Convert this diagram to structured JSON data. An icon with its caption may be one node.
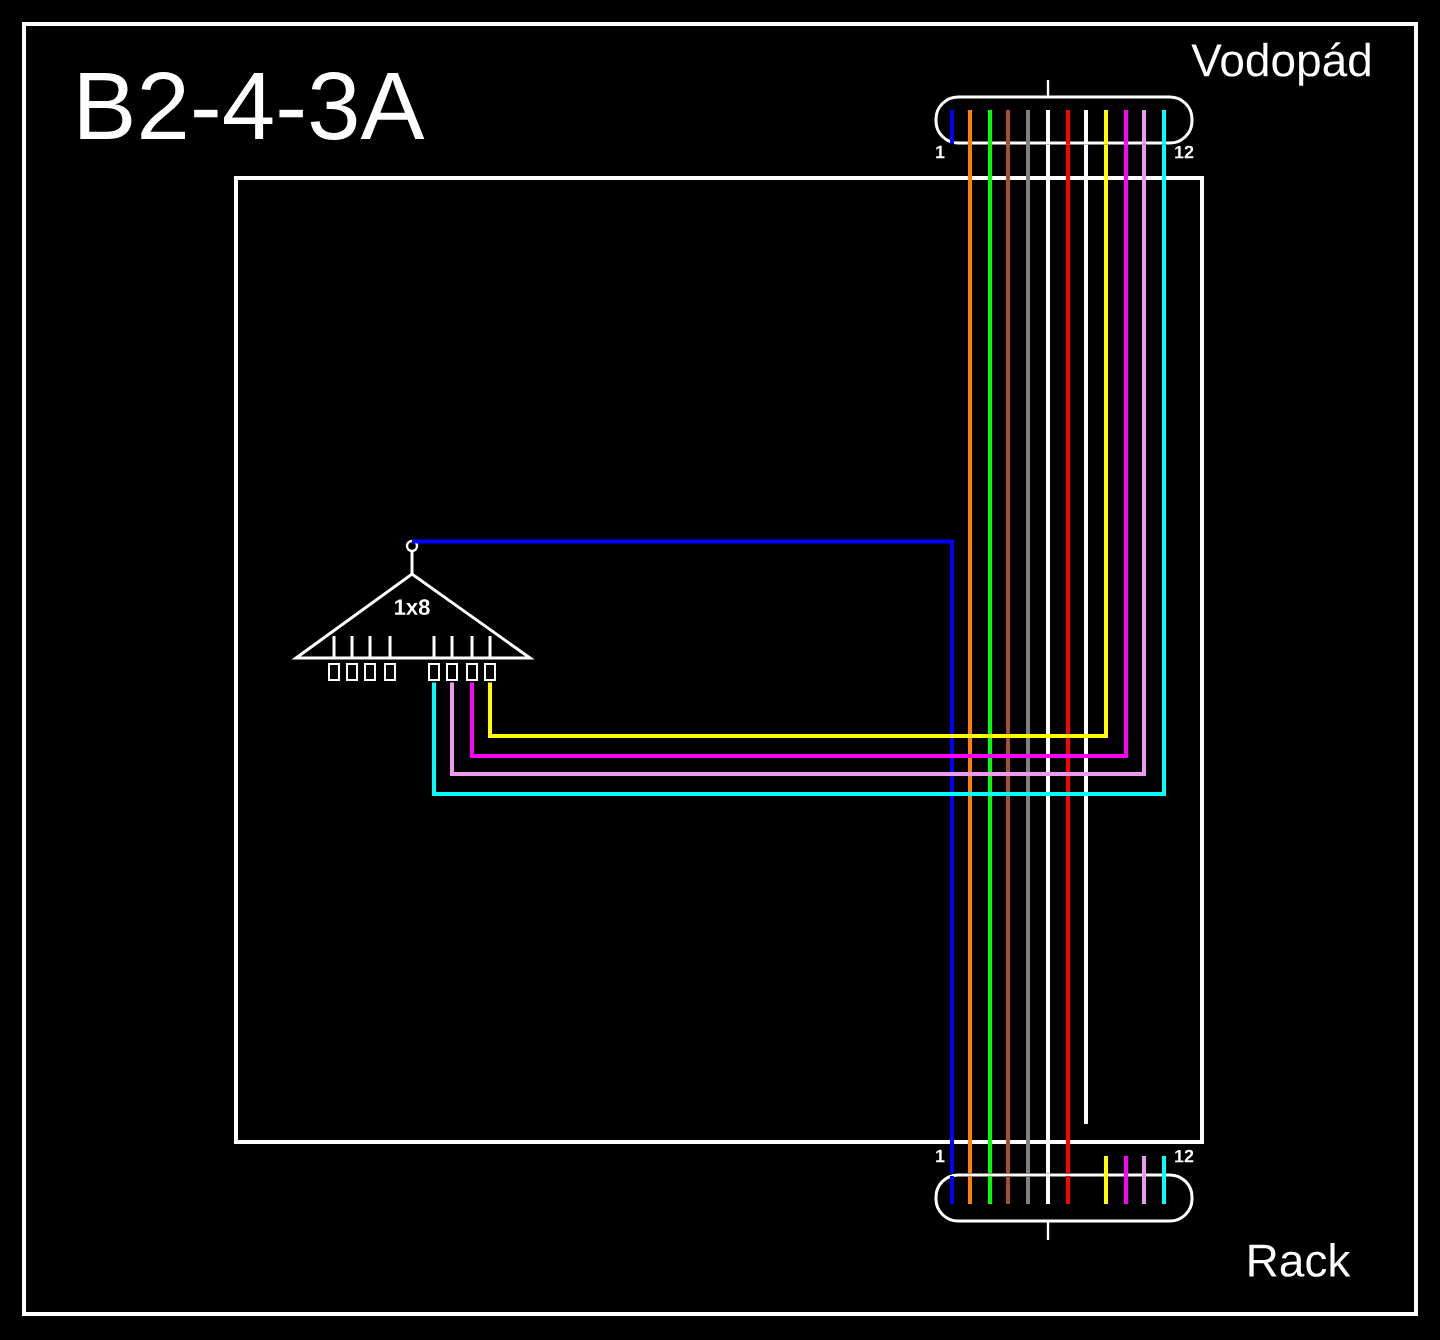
{
  "diagram": {
    "title": "B2-4-3A",
    "nodes": [
      {
        "text": [],
        "shape": "box",
        "beside": [
          "Vodopád"
        ]
      },
      {
        "text": [],
        "shape": "box",
        "beside": [
          "Rack"
        ]
      },
      {
        "text": [
          "1x8"
        ]
      }
    ],
    "edges": [
      {
        "from": 2,
        "to": 1,
        "arrow": "none",
        "color": "#0000ff"
      },
      {
        "from": 0,
        "to": 1,
        "arrow": "none",
        "color": "#ff8000"
      },
      {
        "from": 0,
        "to": 1,
        "arrow": "none",
        "color": "#00ff00"
      },
      {
        "from": 0,
        "to": 1,
        "arrow": "none",
        "color": "#a0522d"
      },
      {
        "from": 0,
        "to": 1,
        "arrow": "none",
        "color": "#808080"
      },
      {
        "from": 0,
        "to": 1,
        "arrow": "none",
        "color": "#ffffff"
      },
      {
        "from": 0,
        "to": 1,
        "arrow": "none",
        "color": "#ff0000"
      },
      {
        "from": 0,
        "to": null,
        "arrow": "none",
        "color": "#ffffff"
      },
      {
        "from": 0,
        "to": 2,
        "arrow": "none",
        "color": "#ffff00"
      },
      {
        "from": 0,
        "to": 2,
        "arrow": "none",
        "color": "#ff00ff"
      },
      {
        "from": 0,
        "to": 2,
        "arrow": "none",
        "color": "#ee99ee"
      },
      {
        "from": 0,
        "to": 2,
        "arrow": "none",
        "color": "#00ffff"
      }
    ],
    "labels": [
      "1",
      "12",
      "1",
      "12"
    ]
  }
}
